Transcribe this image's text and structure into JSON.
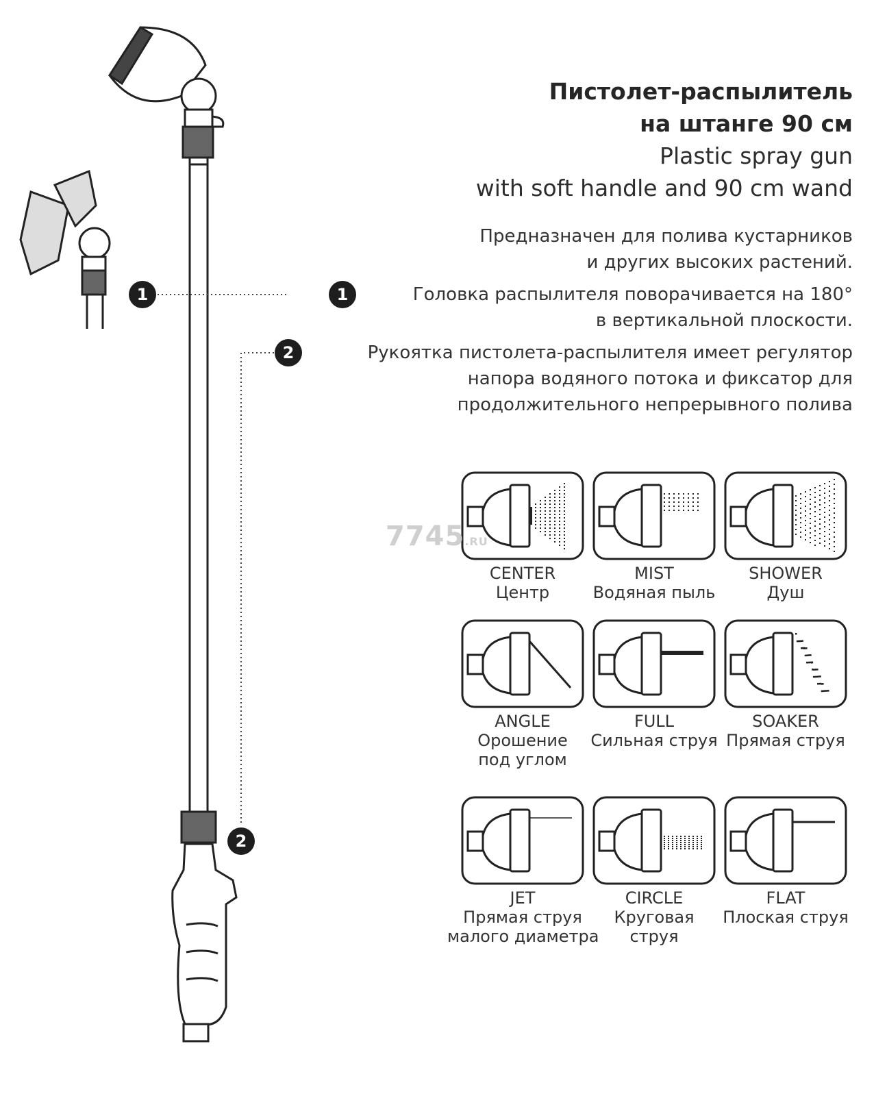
{
  "title": {
    "ru_line1": "Пистолет-распылитель",
    "ru_line2": "на штанге 90 см",
    "en_line1": "Plastic spray gun",
    "en_line2": "with soft handle and 90 cm wand"
  },
  "intro": {
    "line1": "Предназначен для полива кустарников",
    "line2": "и других высоких растений."
  },
  "features": [
    {
      "number": "1",
      "line1": "Головка распылителя поворачивается на 180°",
      "line2": "в вертикальной плоскости."
    },
    {
      "number": "2",
      "line1": "Рукоятка пистолета-распылителя имеет регулятор",
      "line2": "напора водяного потока и фиксатор для",
      "line3": "продолжительного непрерывного полива"
    }
  ],
  "watermark": {
    "main": "7745",
    "suffix": ".RU"
  },
  "modes": [
    {
      "en": "CENTER",
      "ru": [
        "Центр"
      ],
      "icon": "center-spray"
    },
    {
      "en": "MIST",
      "ru": [
        "Водяная пыль"
      ],
      "icon": "mist-spray"
    },
    {
      "en": "SHOWER",
      "ru": [
        "Душ"
      ],
      "icon": "shower-spray"
    },
    {
      "en": "ANGLE",
      "ru": [
        "Орошение",
        "под углом"
      ],
      "icon": "angle-spray"
    },
    {
      "en": "FULL",
      "ru": [
        "Сильная струя"
      ],
      "icon": "full-spray"
    },
    {
      "en": "SOAKER",
      "ru": [
        "Прямая струя"
      ],
      "icon": "soaker-spray"
    },
    {
      "en": "JET",
      "ru": [
        "Прямая струя",
        "малого диаметра"
      ],
      "icon": "jet-spray"
    },
    {
      "en": "CIRCLE",
      "ru": [
        "Круговая",
        "струя"
      ],
      "icon": "circle-spray"
    },
    {
      "en": "FLAT",
      "ru": [
        "Плоская струя"
      ],
      "icon": "flat-spray"
    }
  ]
}
